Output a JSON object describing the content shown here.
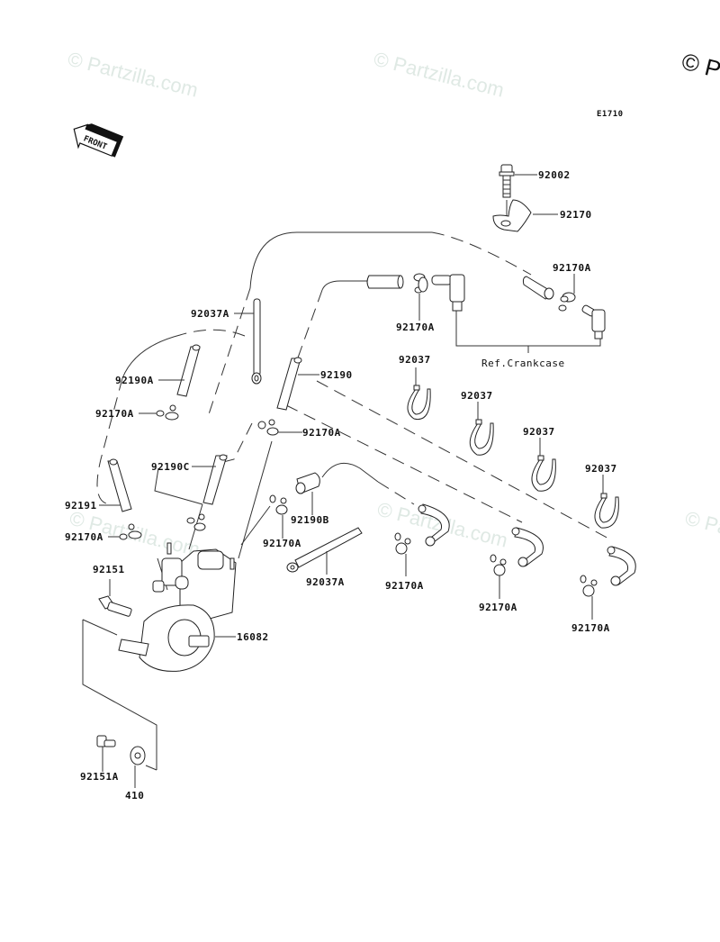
{
  "diagram": {
    "code": "E1710",
    "front_indicator": "FRONT",
    "ref_note": "Ref.Crankcase",
    "watermarks": [
      "© Partzilla.com",
      "© Partzilla.com",
      "© Partzilla.com",
      "© Partzilla.com",
      "© Partzilla.com"
    ],
    "corner_watermark": "© P",
    "callouts": [
      {
        "id": "c-92002",
        "label": "92002"
      },
      {
        "id": "c-92170",
        "label": "92170"
      },
      {
        "id": "c-92170A-top-right",
        "label": "92170A"
      },
      {
        "id": "c-92170A-top-mid",
        "label": "92170A"
      },
      {
        "id": "c-92037A-upper",
        "label": "92037A"
      },
      {
        "id": "c-92190A",
        "label": "92190A"
      },
      {
        "id": "c-92190",
        "label": "92190"
      },
      {
        "id": "c-92170A-left-1",
        "label": "92170A"
      },
      {
        "id": "c-92170A-mid-1",
        "label": "92170A"
      },
      {
        "id": "c-92190C",
        "label": "92190C"
      },
      {
        "id": "c-92191",
        "label": "92191"
      },
      {
        "id": "c-92170A-left-2",
        "label": "92170A"
      },
      {
        "id": "c-92190B",
        "label": "92190B"
      },
      {
        "id": "c-92170A-mid-2",
        "label": "92170A"
      },
      {
        "id": "c-92037A-lower",
        "label": "92037A"
      },
      {
        "id": "c-92151",
        "label": "92151"
      },
      {
        "id": "c-16082",
        "label": "16082"
      },
      {
        "id": "c-92151A",
        "label": "92151A"
      },
      {
        "id": "c-410",
        "label": "410"
      },
      {
        "id": "c-92037-1",
        "label": "92037"
      },
      {
        "id": "c-92037-2",
        "label": "92037"
      },
      {
        "id": "c-92037-3",
        "label": "92037"
      },
      {
        "id": "c-92037-4",
        "label": "92037"
      },
      {
        "id": "c-92170A-bottom-1",
        "label": "92170A"
      },
      {
        "id": "c-92170A-bottom-2",
        "label": "92170A"
      },
      {
        "id": "c-92170A-bottom-3",
        "label": "92170A"
      }
    ]
  }
}
